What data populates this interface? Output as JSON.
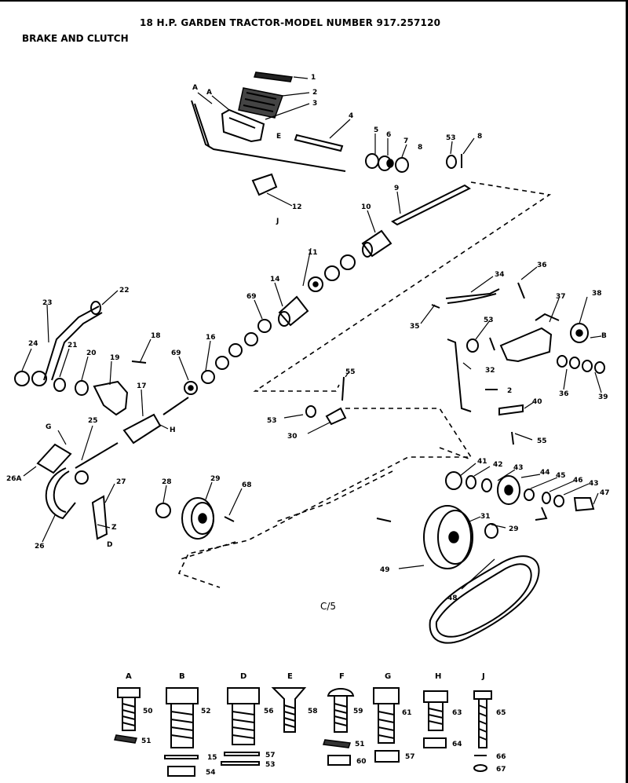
{
  "header": {
    "title": "18 H.P. GARDEN TRACTOR-MODEL NUMBER 917.257120",
    "subtitle": "BRAKE AND CLUTCH"
  },
  "diagram": {
    "view_code": "C/5",
    "callouts": {
      "c1": "1",
      "c2": "2",
      "c3": "3",
      "cA1": "A",
      "cA2": "A",
      "c4": "4",
      "cE": "E",
      "c5": "5",
      "c6": "6",
      "c7": "7",
      "c8": "8",
      "c53a": "53",
      "c8b": "8",
      "cJ": "J",
      "c12": "12",
      "c9": "9",
      "c10": "10",
      "c11": "11",
      "c14": "14",
      "c22": "22",
      "c23": "23",
      "c24": "24",
      "c21": "21",
      "c20": "20",
      "c19": "19",
      "c18": "18",
      "c69a": "69",
      "c69b": "69",
      "c16": "16",
      "c17": "17",
      "cH": "H",
      "cG": "G",
      "c25": "25",
      "c26A": "26A",
      "c26": "26",
      "c27": "27",
      "cZ": "Z",
      "cD": "D",
      "c28": "28",
      "c29": "29",
      "c68": "68",
      "c34": "34",
      "c36": "36",
      "c35": "35",
      "c53b": "53",
      "c37": "37",
      "c38": "38",
      "cB": "B",
      "c32": "32",
      "c36b": "36",
      "c39": "39",
      "c2b": "2",
      "c40": "40",
      "c55a": "55",
      "c55b": "55",
      "c53c": "53",
      "c30": "30",
      "c41": "41",
      "c42": "42",
      "c43": "43",
      "c44": "44",
      "c45": "45",
      "c46": "46",
      "c43b": "43",
      "c47": "47",
      "c31": "31",
      "c29b": "29",
      "c49": "49",
      "c48": "48"
    }
  },
  "hardware": {
    "A": {
      "letter": "A",
      "bolt": "50",
      "extra": "51"
    },
    "B": {
      "letter": "B",
      "bolt": "52",
      "extra1": "15",
      "extra2": "54"
    },
    "D": {
      "letter": "D",
      "bolt": "56",
      "extra1": "57",
      "extra2": "53"
    },
    "E": {
      "letter": "E",
      "bolt": "58"
    },
    "F": {
      "letter": "F",
      "bolt": "59",
      "extra1": "51",
      "extra2": "60"
    },
    "G": {
      "letter": "G",
      "bolt": "61",
      "extra": "57"
    },
    "H": {
      "letter": "H",
      "bolt": "63",
      "extra": "64"
    },
    "J": {
      "letter": "J",
      "bolt": "65",
      "extra1": "66",
      "extra2": "67"
    }
  }
}
